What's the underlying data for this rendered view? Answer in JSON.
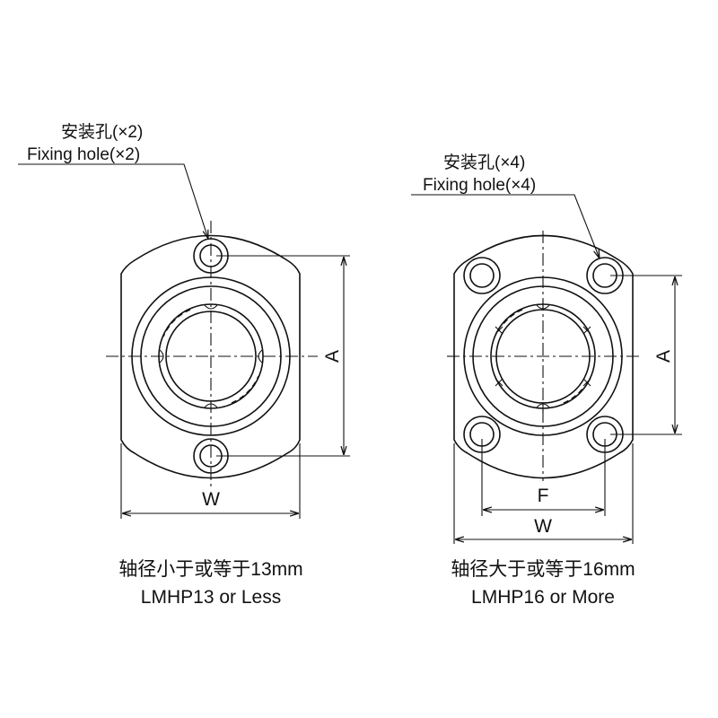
{
  "left_drawing": {
    "hole_label_cn": "安装孔(×2)",
    "hole_label_en": "Fixing hole(×2)",
    "dim_a": "A",
    "dim_w": "W",
    "caption_cn": "轴径小于或等于13mm",
    "caption_en": "LMHP13 or Less"
  },
  "right_drawing": {
    "hole_label_cn": "安装孔(×4)",
    "hole_label_en": "Fixing hole(×4)",
    "dim_a": "A",
    "dim_f": "F",
    "dim_w": "W",
    "caption_cn": "轴径大于或等于16mm",
    "caption_en": "LMHP16 or More"
  }
}
